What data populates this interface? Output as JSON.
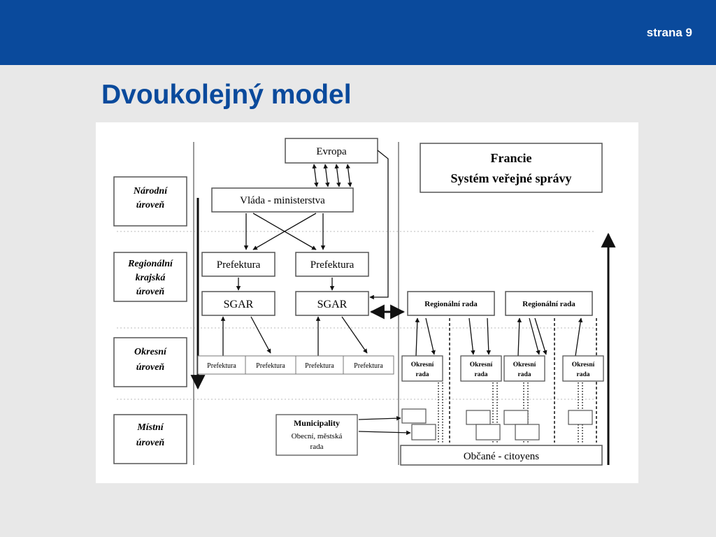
{
  "slide": {
    "page_label": "strana 9",
    "title": "Dvoukolejný model"
  },
  "diagram": {
    "france_title_1": "Francie",
    "france_title_2": "Systém veřejné správy",
    "levels": {
      "national_1": "Národní",
      "national_2": "úroveň",
      "regional_1": "Regionální",
      "regional_2": "krajská",
      "regional_3": "úroveň",
      "district_1": "Okresní",
      "district_2": "úroveň",
      "local_1": "Místní",
      "local_2": "úroveň"
    },
    "evropa": "Evropa",
    "vlada": "Vláda - ministerstva",
    "prefektura": "Prefektura",
    "sgar": "SGAR",
    "prefektura_small": "Prefektura",
    "regionalni_rada": "Regionální rada",
    "okresni_rada_1": "Okresní",
    "okresni_rada_2": "rada",
    "municipality_1": "Municipality",
    "municipality_2": "Obecní, městská",
    "municipality_3": "rada",
    "obcane": "Občané - citoyens"
  }
}
